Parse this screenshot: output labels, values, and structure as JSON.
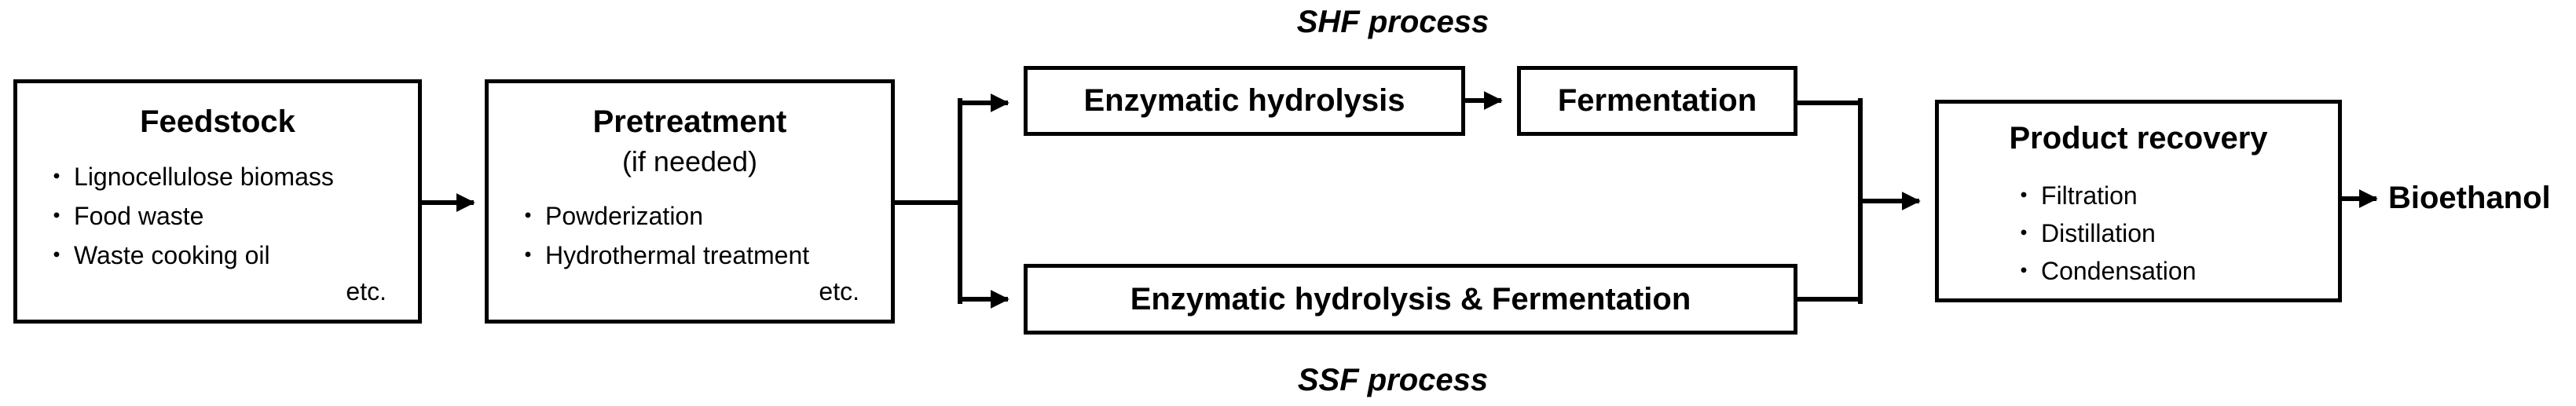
{
  "feedstock": {
    "title": "Feedstock",
    "bullet": "・",
    "items": [
      "Lignocellulose biomass",
      "Food waste",
      "Waste cooking oil"
    ],
    "etc": "etc."
  },
  "pretreatment": {
    "title": "Pretreatment",
    "subtitle": "(if needed)",
    "bullet": "・",
    "items": [
      "Powderization",
      "Hydrothermal treatment"
    ],
    "etc": "etc."
  },
  "shf": {
    "label": "SHF process",
    "step1": "Enzymatic hydrolysis",
    "step2": "Fermentation"
  },
  "ssf": {
    "label": "SSF process",
    "step": "Enzymatic hydrolysis & Fermentation"
  },
  "recovery": {
    "title": "Product recovery",
    "bullet": "・",
    "items": [
      "Filtration",
      "Distillation",
      "Condensation"
    ]
  },
  "output": {
    "label": "Bioethanol"
  },
  "colors": {
    "line": "#000000",
    "background": "#ffffff"
  }
}
